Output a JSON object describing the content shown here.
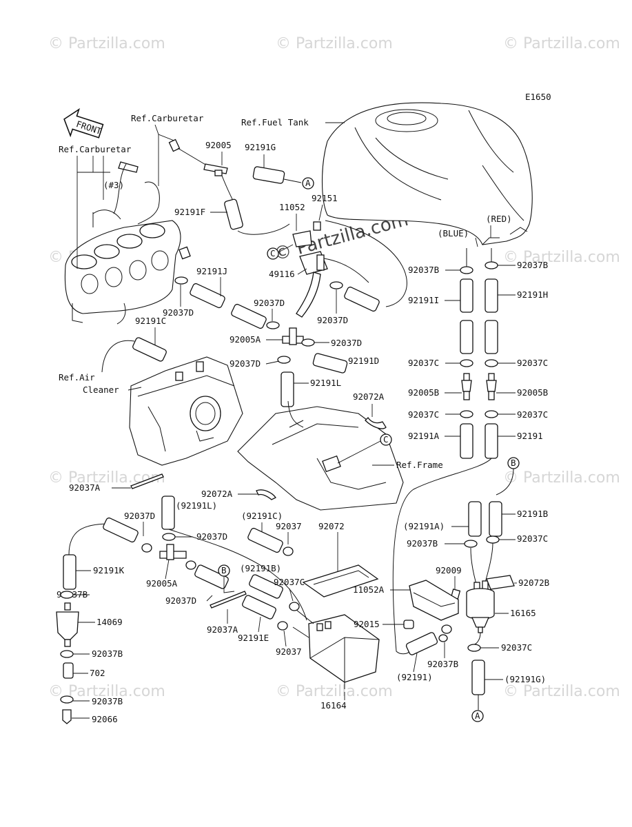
{
  "diagram_code": "E1650",
  "watermark": {
    "text": "© Partzilla.com",
    "color": "#d6d6d6"
  },
  "labels": {
    "ref_carburetar_top": "Ref.Carburetar",
    "ref_carburetar_left": "Ref.Carburetar",
    "hash3": "(#3)",
    "ref_fuel_tank": "Ref.Fuel Tank",
    "ref_air_cleaner_1": "Ref.Air",
    "ref_air_cleaner_2": "Cleaner",
    "ref_frame": "Ref.Frame",
    "front": "FRONT",
    "blue": "(BLUE)",
    "red": "(RED)"
  },
  "parts": {
    "p92005": "92005",
    "p92191G": "92191G",
    "p92191F": "92191F",
    "p11052": "11052",
    "p92151": "92151",
    "p49116": "49116",
    "p92037D_a": "92037D",
    "p92191J": "92191J",
    "p92037D_b": "92037D",
    "p92037D_c": "92037D",
    "p92191C_top": "92191C",
    "p92005A_top": "92005A",
    "p92037D_d": "92037D",
    "p92037D_e": "92037D",
    "p92191D": "92191D",
    "p92191L": "92191L",
    "p92072A_top": "92072A",
    "p92037A_left": "92037A",
    "p92072A_mid": "92072A",
    "p92191L_paren": "(92191L)",
    "p92037D_f": "92037D",
    "p92037D_g": "92037D",
    "p92191C_paren": "(92191C)",
    "p92037_a": "92037",
    "p92072": "92072",
    "p92191K": "92191K",
    "p92005A_bot": "92005A",
    "p92191B_paren": "(92191B)",
    "p92037C_mid": "92037C",
    "p92037B_l1": "92037B",
    "p14069": "14069",
    "p92037D_h": "92037D",
    "p92037A_bot": "92037A",
    "p92191E": "92191E",
    "p92037_b": "92037",
    "p92037B_l2": "92037B",
    "p702": "702",
    "p16164": "16164",
    "p92037B_l3": "92037B",
    "p92066": "92066",
    "p92037B_r1": "92037B",
    "p92037B_r2": "92037B",
    "p92191I": "92191I",
    "p92191H": "92191H",
    "p92037C_r1": "92037C",
    "p92037C_r2": "92037C",
    "p92005B_1": "92005B",
    "p92005B_2": "92005B",
    "p92037C_r3": "92037C",
    "p92037C_r4": "92037C",
    "p92191A": "92191A",
    "p92191": "92191",
    "p92191A_paren": "(92191A)",
    "p92191B": "92191B",
    "p92037B_r3": "92037B",
    "p92037C_r5": "92037C",
    "p92009": "92009",
    "p11052A": "11052A",
    "p92072B": "92072B",
    "p16165": "16165",
    "p92015": "92015",
    "p92037C_r6": "92037C",
    "p92037B_r4": "92037B",
    "p92191_paren": "(92191)",
    "p92191G_paren": "(92191G)"
  },
  "callouts": {
    "A": "A",
    "B": "B",
    "C": "C"
  }
}
